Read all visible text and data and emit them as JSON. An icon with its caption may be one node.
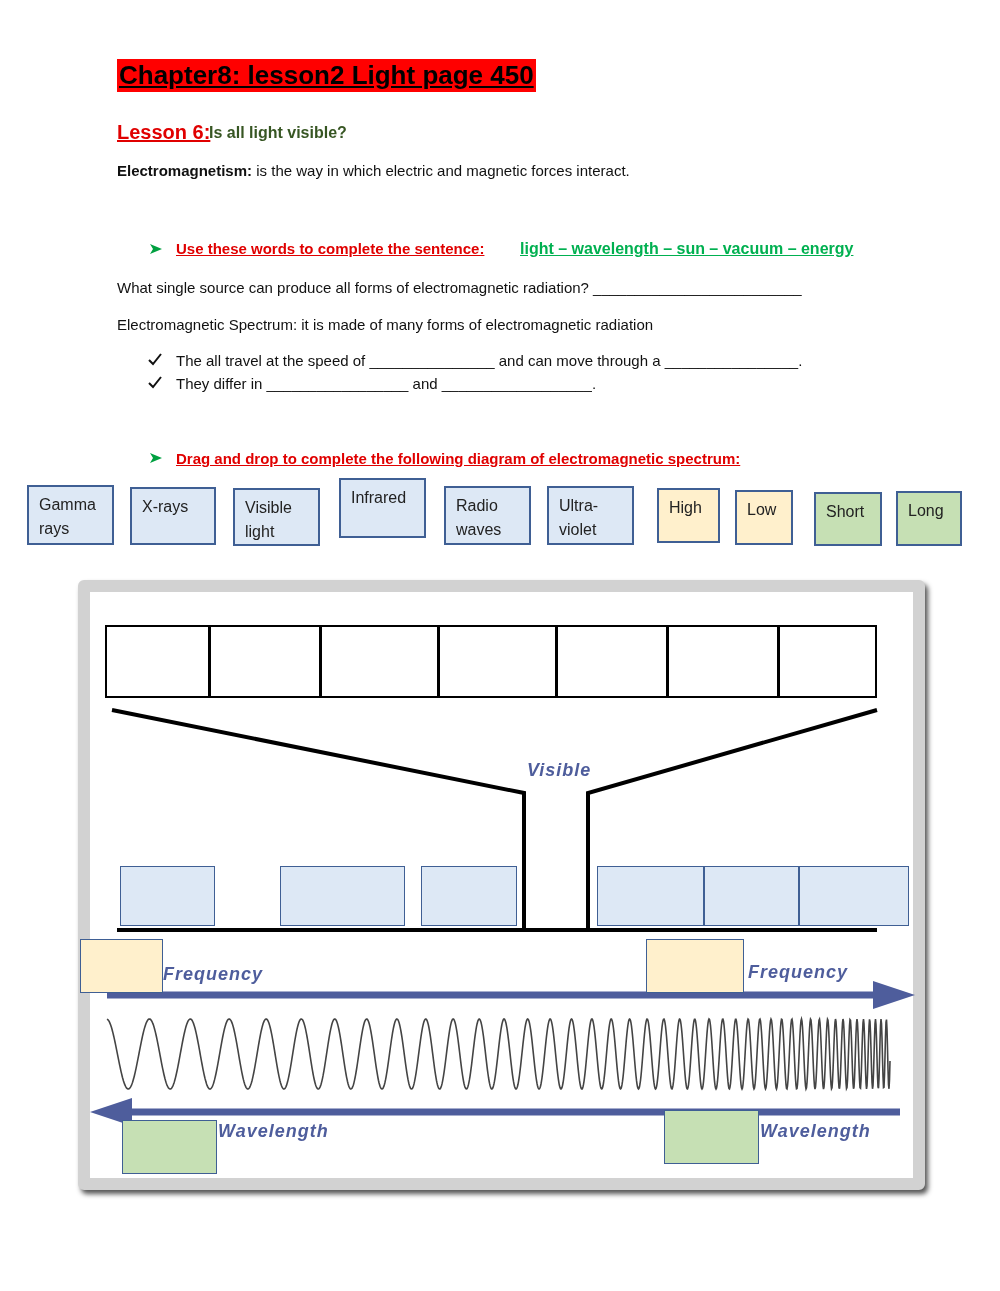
{
  "diagram": {
    "title": "Chapter8: lesson2 Light page 450",
    "nodes": [
      {
        "text": [
          "Gamma rays"
        ]
      },
      {
        "text": [
          "X-rays"
        ]
      },
      {
        "text": [
          "Visible light"
        ]
      },
      {
        "text": [
          "Infrared"
        ]
      },
      {
        "text": [
          "Radio waves"
        ]
      },
      {
        "text": [
          "Ultra- violet"
        ]
      },
      {
        "text": [
          "High"
        ]
      },
      {
        "text": [
          "Low"
        ]
      },
      {
        "text": [
          "Short"
        ]
      },
      {
        "text": [
          "Long"
        ]
      },
      {
        "text": [],
        "shape": "box"
      },
      {
        "text": [],
        "shape": "box"
      },
      {
        "text": [],
        "shape": "box"
      },
      {
        "text": [],
        "shape": "box"
      },
      {
        "text": [],
        "shape": "box"
      },
      {
        "text": [],
        "shape": "box"
      },
      {
        "text": [],
        "shape": "box"
      },
      {
        "text": [],
        "shape": "box"
      },
      {
        "text": [],
        "shape": "box"
      },
      {
        "text": [],
        "shape": "box"
      },
      {
        "text": [],
        "shape": "box"
      },
      {
        "text": [],
        "shape": "box"
      },
      {
        "text": [],
        "shape": "box"
      },
      {
        "text": [],
        "shape": "box"
      },
      {
        "text": [],
        "shape": "box"
      },
      {
        "text": [],
        "shape": "box"
      },
      {
        "text": [],
        "shape": "box"
      }
    ],
    "labels": [
      "Lesson 6:",
      "Is all light visible?",
      "**Electromagnetism:** is the way in which electric and magnetic forces interact.",
      "Use these words to complete the sentence:",
      "light – wavelength – sun – vacuum – energy",
      "What single source can produce all forms of electromagnetic radiation? _________________________",
      "Electromagnetic Spectrum: it is made of many forms of electromagnetic radiation",
      "The all travel at the speed of _______________ and can move through a ________________.",
      "They differ in _________________ and __________________.",
      "Drag and drop to complete the following diagram of electromagnetic spectrum:",
      "Visible",
      "Frequency",
      "Frequency",
      "Wavelength",
      "Wavelength"
    ]
  }
}
